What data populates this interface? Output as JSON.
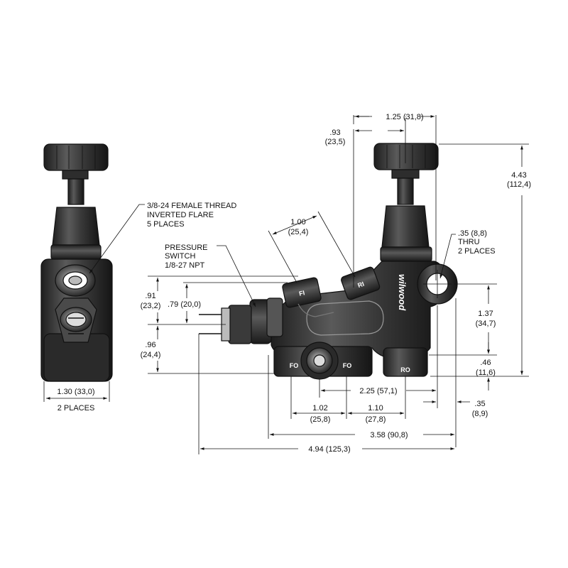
{
  "colors": {
    "part_dark": "#262626",
    "part_mid": "#4a4a4a",
    "part_light": "#8a8a8a",
    "line": "#111111",
    "background": "#ffffff"
  },
  "side_view": {
    "thread_note": [
      "3/8-24 FEMALE THREAD",
      "INVERTED FLARE",
      "5 PLACES"
    ],
    "width_dim": [
      "1.30 (33,0)",
      "2 PLACES"
    ]
  },
  "front_view": {
    "pressure_switch_note": [
      "PRESSURE",
      "SWITCH",
      "1/8-27 NPT"
    ],
    "thru_note": [
      ".35 (8,8)",
      "THRU",
      "2 PLACES"
    ],
    "brand_text": "wilwood",
    "ports": {
      "fi": "FI",
      "ri": "RI",
      "fo_left": "FO",
      "fo_right": "FO",
      "ro": "RO"
    },
    "dims": {
      "top_width": "1.25 (31,8)",
      "top_offset": [
        ".93",
        "(23,5)"
      ],
      "overall_height": [
        "4.43",
        "(112,4)"
      ],
      "angled": [
        "1.00",
        "(25,4)"
      ],
      "left_upper": [
        ".91",
        "(23,2)"
      ],
      "left_mid": ".79 (20,0)",
      "left_lower": [
        ".96",
        "(24,4)"
      ],
      "right_mid": [
        "1.37",
        "(34,7)"
      ],
      "right_low": [
        ".46",
        "(11,6)"
      ],
      "right_small": [
        ".35",
        "(8,9)"
      ],
      "span_225": "2.25 (57,1)",
      "span_102": [
        "1.02",
        "(25,8)"
      ],
      "span_110": [
        "1.10",
        "(27,8)"
      ],
      "span_358": "3.58 (90,8)",
      "span_494": "4.94 (125,3)"
    }
  }
}
